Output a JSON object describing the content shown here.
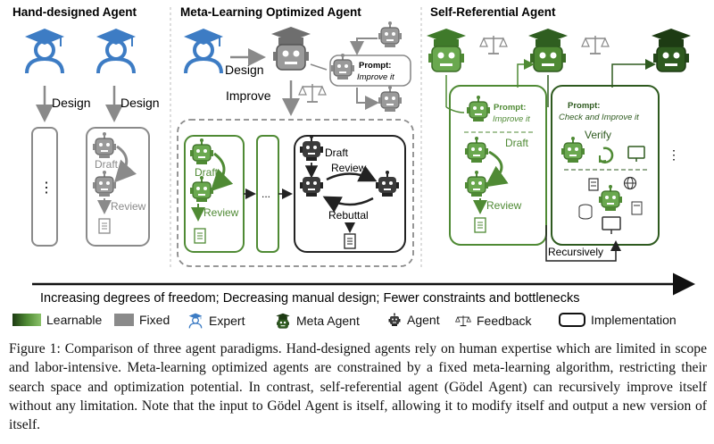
{
  "sections": {
    "hand": {
      "title": "Hand-designed Agent"
    },
    "meta": {
      "title": "Meta-Learning Optimized Agent"
    },
    "self": {
      "title": "Self-Referential Agent"
    }
  },
  "labels": {
    "design": "Design",
    "improve": "Improve",
    "draft": "Draft",
    "review": "Review",
    "rebuttal": "Rebuttal",
    "verify": "Verify",
    "recursively": "Recursively",
    "dots": "...",
    "vdots": "⋮",
    "prompt_title": "Prompt:",
    "prompt_improve_it": "Improve it",
    "prompt_check_improve": "Check and Improve it"
  },
  "axis": {
    "text": "Increasing degrees of freedom; Decreasing manual design; Fewer constraints and bottlenecks"
  },
  "legend": {
    "learnable": "Learnable",
    "fixed": "Fixed",
    "expert": "Expert",
    "meta_agent": "Meta Agent",
    "agent": "Agent",
    "feedback": "Feedback",
    "implementation": "Implementation"
  },
  "caption": {
    "label": "Figure 1:",
    "text": "Comparison of three agent paradigms. Hand-designed agents rely on human expertise which are limited in scope and labor-intensive. Meta-learning optimized agents are constrained by a fixed meta-learning algorithm, restricting their search space and optimization potential. In contrast, self-referential agent (Gödel Agent) can recursively improve itself without any limitation. Note that the input to Gödel Agent is itself, allowing it to modify itself and output a new version of itself."
  },
  "colors": {
    "expert_blue": "#3d7cc4",
    "gray": "#8a8a8a",
    "green": "#4f8a34",
    "dark_green": "#2e5a1f",
    "light_green": "#7ab356"
  },
  "icons": [
    "expert-icon",
    "robot-icon",
    "meta-agent-icon",
    "balance-scale-icon",
    "document-icon",
    "cycle-icon",
    "monitor-icon",
    "database-icon",
    "calculator-icon",
    "globe-icon",
    "server-icon"
  ]
}
